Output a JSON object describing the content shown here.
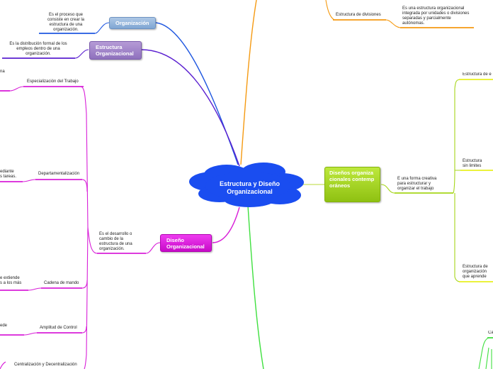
{
  "center": {
    "title": "Estructura y Diseño Organizacional"
  },
  "branches": {
    "organizacion": {
      "label": "Organización",
      "note": "Es el proceso que consiste en crear la estructura de una organización.",
      "color": "#1f57e0"
    },
    "estructura": {
      "label": "Estructura Organizacional",
      "note": "Es la distribución formal de los empleos dentro de una organización.",
      "color": "#5a1fd0"
    },
    "diseno": {
      "label": "Diseño Organizacional",
      "note": "Es el desarrollo o cambio de la estructura de una organización.",
      "color": "#d81fd8",
      "children": [
        {
          "label": "Especialización del Trabajo",
          "partial": "na"
        },
        {
          "label": "Departamentalización",
          "partial1": "ediante",
          "partial2": "s tareas."
        },
        {
          "label": "Cadena de mando",
          "partial1": "e extiende",
          "partial2": "s a los más"
        },
        {
          "label": "Amplitud de Control",
          "partial": "ede"
        },
        {
          "label": "Centralización y Decentralización"
        }
      ]
    },
    "divisiones": {
      "label": "Estructura de divisiones",
      "note": "Es una estructura organizacional integrada por unidades o divisiones separadas y parcialmente autónomas.",
      "color": "#f59a12"
    },
    "contemporaneos": {
      "label": "Diseños organizacionales contemporáneos",
      "note": "E una forma creativa para estructurar y organizar el trabajo",
      "color": "#a6d61a",
      "children": [
        {
          "label": "Estructura de e"
        },
        {
          "label": "Estructura sin limites"
        },
        {
          "label": "Estructura de organización que aprende"
        }
      ]
    },
    "bottom": {
      "partial": "Ca",
      "color": "#3fe03f"
    }
  }
}
